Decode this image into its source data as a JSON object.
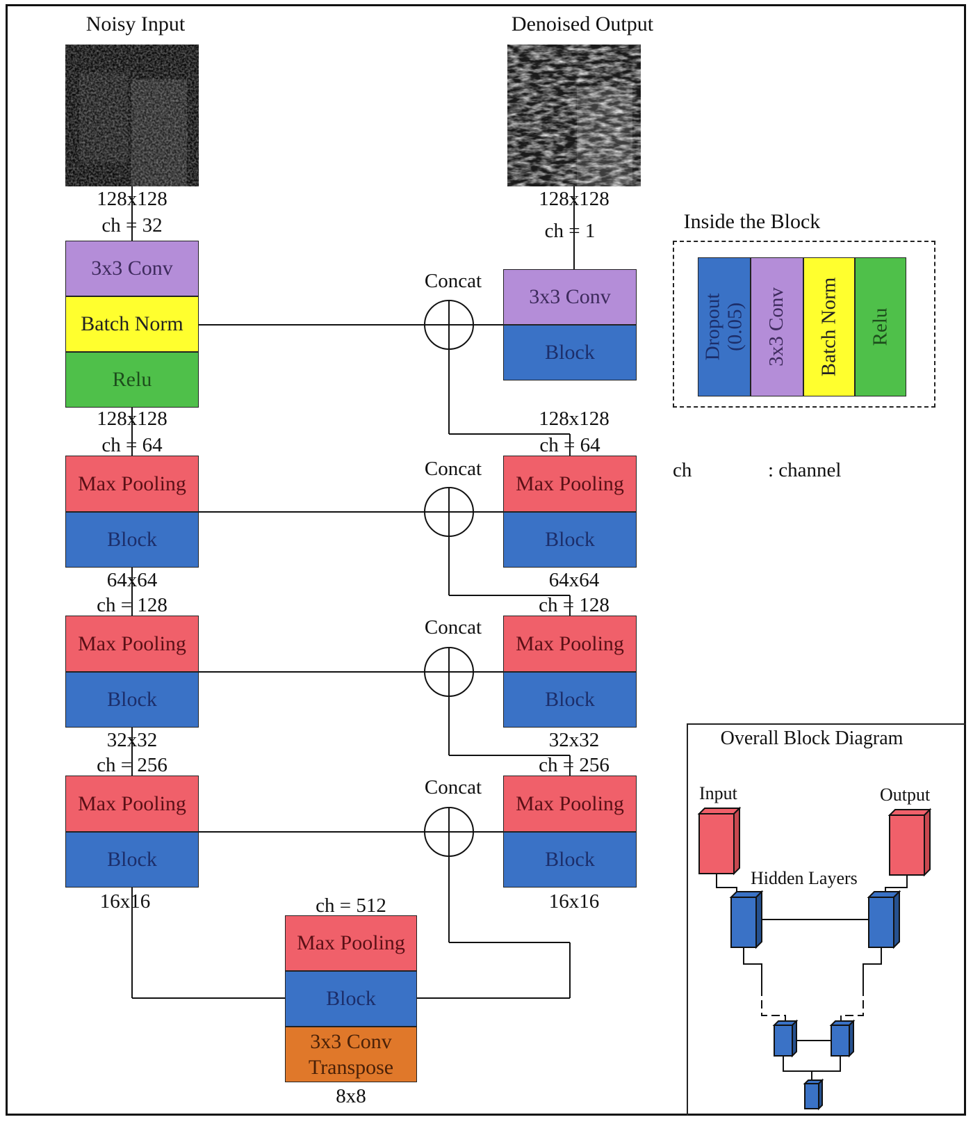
{
  "images": {
    "input_title": "Noisy Input",
    "output_title": "Denoised Output"
  },
  "encoder": {
    "conv": "3x3 Conv",
    "batch_norm": "Batch Norm",
    "relu": "Relu",
    "max_pooling": "Max Pooling",
    "block": "Block",
    "dims": {
      "d1": "128x128",
      "c1": "ch = 32",
      "d2": "128x128",
      "c2": "ch = 64",
      "d3": "64x64",
      "c3": "ch = 128",
      "d4": "32x32",
      "c4": "ch = 256",
      "d5": "16x16"
    }
  },
  "bottleneck": {
    "ch": "ch = 512",
    "max_pooling": "Max Pooling",
    "block": "Block",
    "transpose": "3x3 Conv Transpose",
    "dim": "8x8"
  },
  "decoder": {
    "conv": "3x3 Conv",
    "block": "Block",
    "max_pooling": "Max Pooling",
    "concat": "Concat",
    "dims": {
      "d1": "128x128",
      "c1": "ch = 1",
      "d2": "128x128",
      "c2": "ch = 64",
      "d3": "64x64",
      "c3": "ch = 128",
      "d4": "32x32",
      "c4": "ch = 256",
      "d5": "16x16"
    }
  },
  "inside_block": {
    "title": "Inside the Block",
    "dropout": "Dropout (0.05)",
    "conv": "3x3 Conv",
    "batch_norm": "Batch Norm",
    "relu": "Relu"
  },
  "legend": {
    "abbr": "ch",
    "meaning": ": channel"
  },
  "overall": {
    "title": "Overall Block Diagram",
    "input": "Input",
    "output": "Output",
    "hidden": "Hidden Layers"
  },
  "colors": {
    "conv": "#b48dd8",
    "batch_norm": "#ffff2e",
    "relu": "#4fc04a",
    "max_pooling": "#f0606a",
    "block": "#3a72c6",
    "transpose": "#e0782a"
  }
}
